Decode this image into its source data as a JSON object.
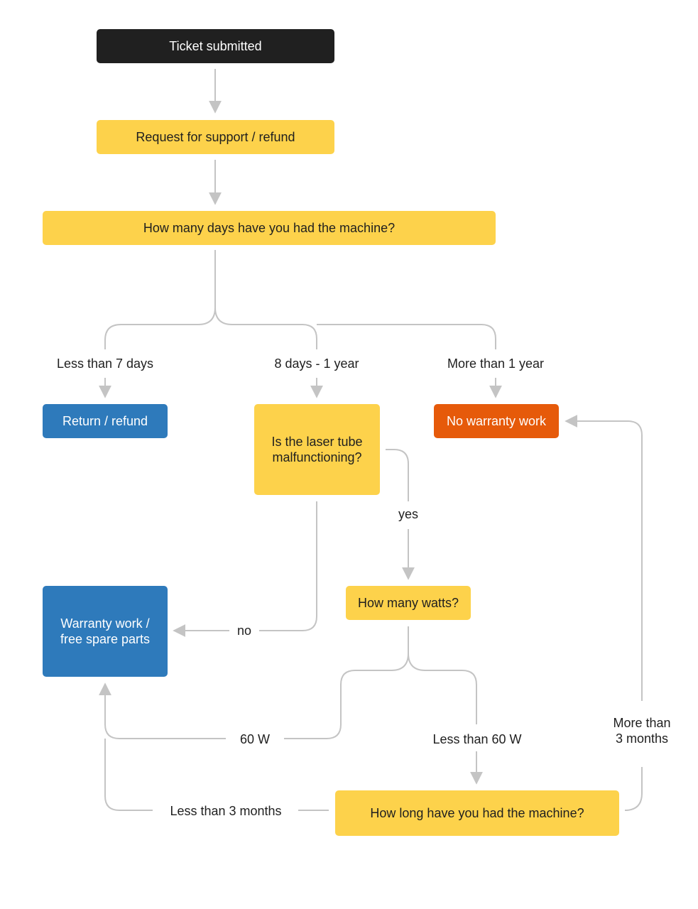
{
  "nodes": {
    "ticket": "Ticket submitted",
    "request": "Request for support / refund",
    "days_question": "How many days have you had the machine?",
    "return_refund": "Return / refund",
    "laser_question_line1": "Is the laser tube",
    "laser_question_line2": "malfunctioning?",
    "no_warranty": "No warranty work",
    "watts_question": "How many watts?",
    "warranty_line1": "Warranty work /",
    "warranty_line2": "free spare parts",
    "how_long_question": "How long have you had the machine?"
  },
  "labels": {
    "less_7_days": "Less than 7 days",
    "days_8_1_year": "8 days - 1 year",
    "more_1_year": "More than 1 year",
    "yes": "yes",
    "no": "no",
    "w60": "60 W",
    "less_60w": "Less than 60 W",
    "less_3_months": "Less than 3 months",
    "more_3_months_line1": "More than",
    "more_3_months_line2": "3 months"
  },
  "colors": {
    "start": "#202020",
    "question": "#fdd24b",
    "positive_outcome": "#2e7abb",
    "negative_outcome": "#e65a0a",
    "connector": "#c4c4c4"
  }
}
